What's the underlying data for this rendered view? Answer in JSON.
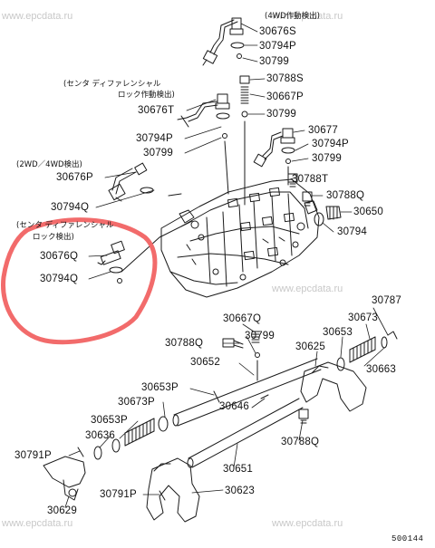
{
  "watermark": "www.epcdata.ru",
  "diagram_code": "500144",
  "highlight_color": "#f26b6b",
  "captions": {
    "four_wd_detect": "(4WD作動検出)",
    "center_diff_lock_a1": "(センタ ディファレンシャル",
    "center_diff_lock_a2": "ロック作動検出)",
    "two_four_wd_detect": "(2WD／4WD検出)",
    "center_diff_lock_b1": "(センタ ディファレンシャル",
    "center_diff_lock_b2": "ロック検出)"
  },
  "parts": {
    "p01": "30676S",
    "p02": "30794P",
    "p03": "30799",
    "p04": "30788S",
    "p05": "30667P",
    "p06": "30676T",
    "p07": "30799",
    "p08": "30677",
    "p09": "30794P",
    "p10": "30794P",
    "p11": "30799",
    "p12": "30799",
    "p13": "30676P",
    "p14": "30788T",
    "p15": "30788Q",
    "p16": "30650",
    "p17": "30794Q",
    "p18": "30794",
    "p19": "30676Q",
    "p20": "30794Q",
    "p21": "30787",
    "p22": "30667Q",
    "p23": "30673",
    "p24": "30799",
    "p25": "30653",
    "p26": "30788Q",
    "p27": "30625",
    "p28": "30652",
    "p29": "30663",
    "p30": "30653P",
    "p31": "30673P",
    "p32": "30646",
    "p33": "30653P",
    "p34": "30636",
    "p35": "30788Q",
    "p36": "30791P",
    "p37": "30651",
    "p38": "30791P",
    "p39": "30623",
    "p40": "30629"
  }
}
